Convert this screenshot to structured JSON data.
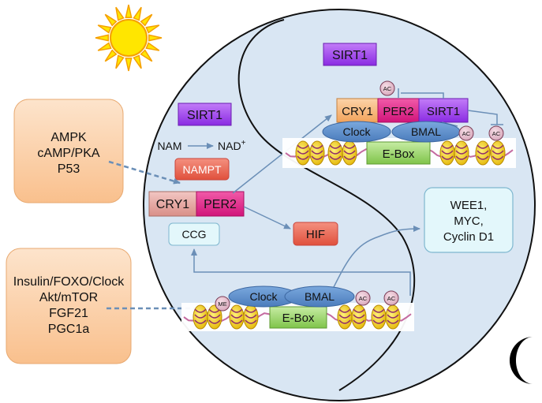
{
  "left_boxes": {
    "top": {
      "lines": [
        "AMPK",
        "cAMP/PKA",
        "P53"
      ]
    },
    "bottom": {
      "lines": [
        "Insulin/FOXO/Clock",
        "Akt/mTOR",
        "FGF21",
        "PGC1a"
      ]
    }
  },
  "labels": {
    "sirt1_top": "SIRT1",
    "sirt1_left": "SIRT1",
    "nam": "NAM",
    "nad": "NAD",
    "nad_sup": "+",
    "nampt": "NAMPT",
    "cry1_left": "CRY1",
    "per2_left": "PER2",
    "ccg": "CCG",
    "hif": "HIF",
    "cry1_right": "CRY1",
    "per2_right": "PER2",
    "sirt1_complex": "SIRT1",
    "clock_top": "Clock",
    "bmal_top": "BMAL",
    "ebox_top": "E-Box",
    "clock_bottom": "Clock",
    "bmal_bottom": "BMAL",
    "ebox_bottom": "E-Box",
    "ac": "AC",
    "me": "ME"
  },
  "targets_box": {
    "lines": [
      "WEE1,",
      "MYC,",
      "Cyclin D1"
    ]
  },
  "colors": {
    "sun": "#ffe600",
    "sun_stroke": "#f5a000",
    "circle_fill": "#d9e6f3",
    "sirt1": "#9d3ef0",
    "per2": "#e7288d",
    "cry1": "#f7b57a",
    "cry1_left": "#e9a8a2",
    "nampt": "#f07a6e",
    "hif": "#e8503e",
    "clock_bmal": "#5b8cc9",
    "ebox": "#9bd56a",
    "orange_box": "#fbd0a6",
    "cyan_box": "#e3f7fb",
    "nucleosome": "#f2c400",
    "dna": "#c46aa0"
  }
}
